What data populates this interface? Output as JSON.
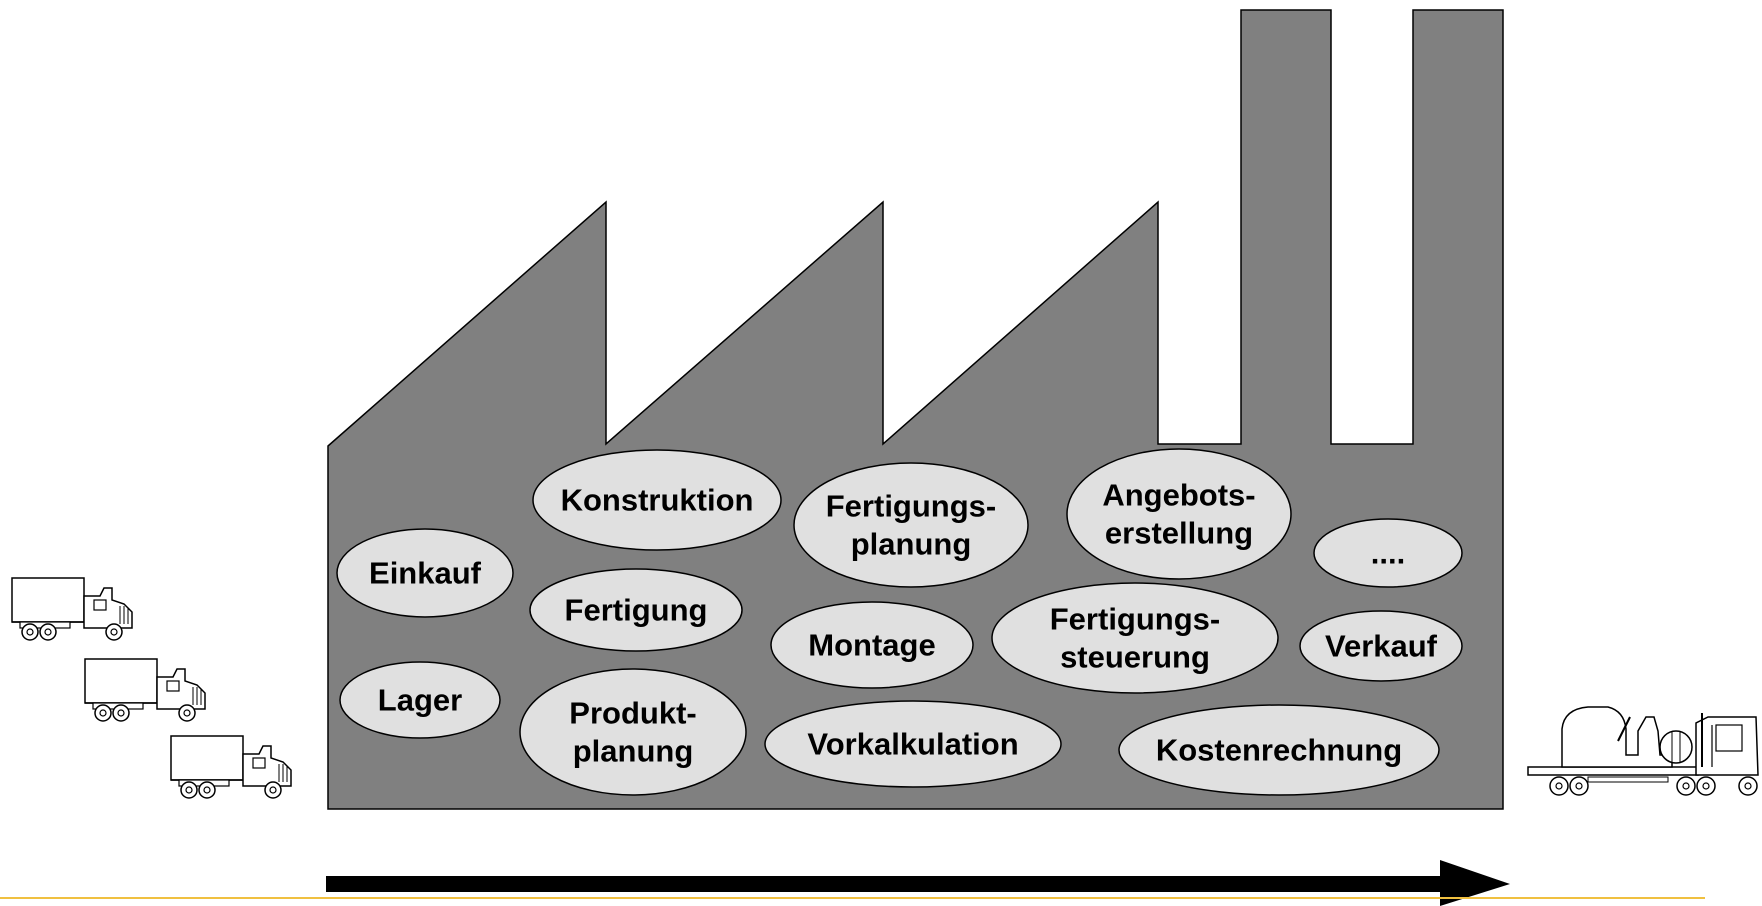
{
  "colors": {
    "factory": "#808080",
    "ellipse_fill": "#e0e0e0",
    "outline": "#000000",
    "arrow": "#000000",
    "rule": "#f0c040"
  },
  "icons": {
    "incoming": [
      "delivery-truck-icon",
      "delivery-truck-icon",
      "delivery-truck-icon"
    ],
    "outgoing": "flatbed-truck-with-road-roller-icon"
  },
  "departments": {
    "einkauf": [
      "Einkauf"
    ],
    "lager": [
      "Lager"
    ],
    "konstruktion": [
      "Konstruktion"
    ],
    "fertigung": [
      "Fertigung"
    ],
    "produktplanung": [
      "Produkt-",
      "planung"
    ],
    "fertigungsplanung": [
      "Fertigungs-",
      "planung"
    ],
    "montage": [
      "Montage"
    ],
    "vorkalkulation": [
      "Vorkalkulation"
    ],
    "angebotserstellung": [
      "Angebots-",
      "erstellung"
    ],
    "fertigungssteuerung": [
      "Fertigungs-",
      "steuerung"
    ],
    "kostenrechnung": [
      "Kostenrechnung"
    ],
    "more": [
      "...."
    ],
    "verkauf": [
      "Verkauf"
    ]
  }
}
